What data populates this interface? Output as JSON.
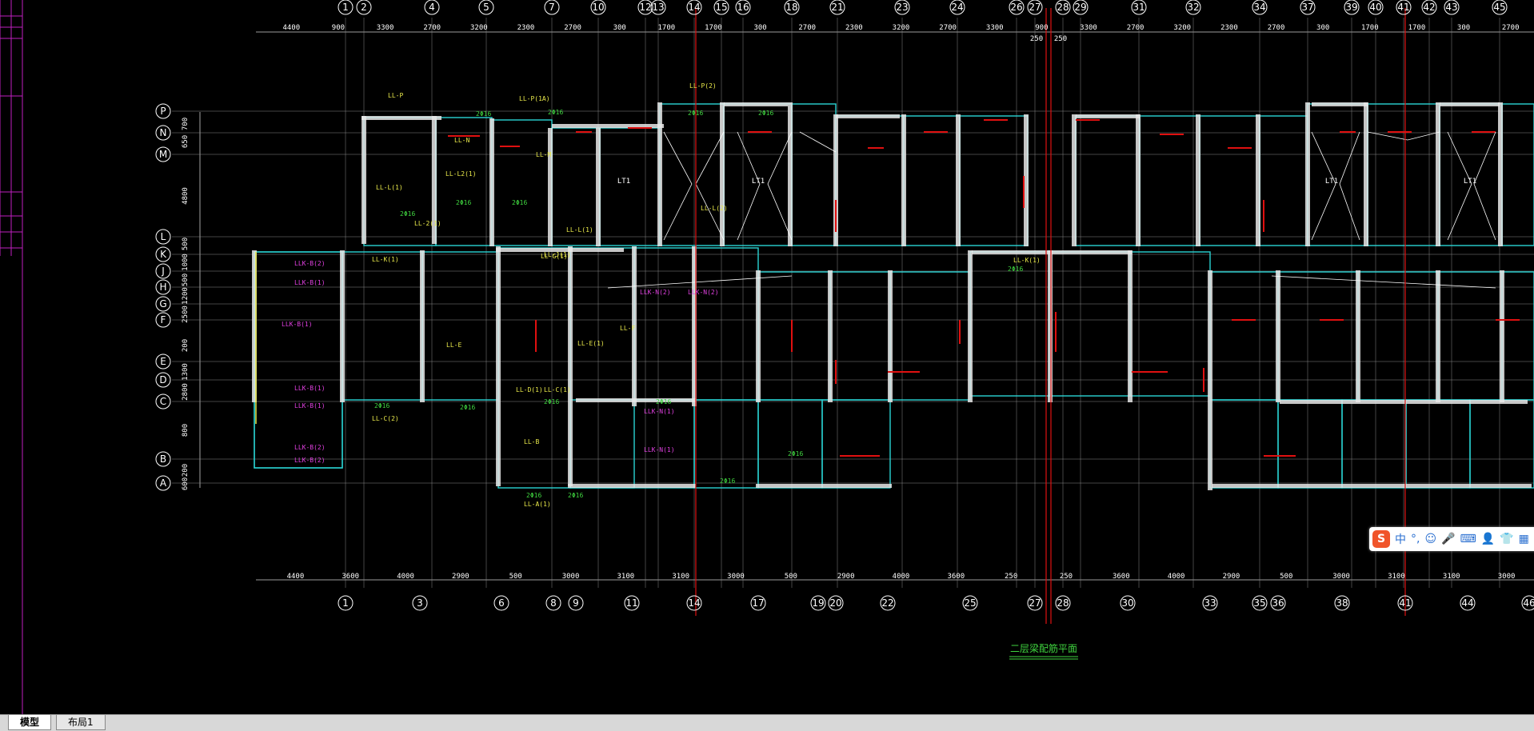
{
  "tabs": [
    {
      "label": "模型",
      "active": true
    },
    {
      "label": "布局1",
      "active": false
    }
  ],
  "drawing_title": "二层梁配筋平面",
  "top_axes": [
    "1",
    "2",
    "4",
    "5",
    "7",
    "10",
    "12",
    "13",
    "14",
    "15",
    "16",
    "18",
    "21",
    "23",
    "24",
    "26",
    "27",
    "28",
    "29",
    "31",
    "32",
    "34",
    "37",
    "39",
    "40",
    "41",
    "42",
    "43",
    "45"
  ],
  "bottom_axes": [
    "1",
    "3",
    "6",
    "8",
    "9",
    "11",
    "14",
    "17",
    "19",
    "20",
    "22",
    "25",
    "27",
    "28",
    "30",
    "33",
    "35",
    "36",
    "38",
    "41",
    "44",
    "46"
  ],
  "left_axes": [
    "P",
    "N",
    "M",
    "L",
    "K",
    "J",
    "H",
    "G",
    "F",
    "E",
    "D",
    "C",
    "B",
    "A"
  ],
  "top_dims": [
    "4400",
    "900",
    "3300",
    "2700",
    "3200",
    "2300",
    "2700",
    "300",
    "1700",
    "1700",
    "300",
    "2700",
    "2300",
    "3200",
    "2700",
    "3300",
    "900",
    "3300",
    "2700",
    "3200",
    "2300",
    "2700",
    "300",
    "1700",
    "1700",
    "300",
    "2700"
  ],
  "top_dims_sub": [
    "250",
    "250"
  ],
  "bottom_dims": [
    "4400",
    "3600",
    "4000",
    "2900",
    "500",
    "3000",
    "3100",
    "3100",
    "3000",
    "500",
    "2900",
    "4000",
    "3600",
    "250",
    "250",
    "3600",
    "4000",
    "2900",
    "500",
    "3000",
    "3100",
    "3100",
    "3000"
  ],
  "left_dims": [
    "700",
    "650",
    "4800",
    "500",
    "1000",
    "500",
    "1200",
    "2500",
    "200",
    "1300",
    "2800",
    "800",
    "200",
    "600"
  ],
  "beam_labels": {
    "magenta": [
      "LLK-B(2)",
      "LLK-B(1)",
      "LLK-B(1)",
      "LLK-B(1)",
      "LLK-B(1)",
      "LLK-B(2)",
      "LLK-B(2)",
      "LLK-N(1)",
      "LLK-N(1)",
      "LLK-N(2)",
      "LLK-N(2)"
    ],
    "yellow": [
      "LL-P",
      "LL-N",
      "LL-M",
      "LL-L(1)",
      "LL-L2(1)",
      "LL-2(1)",
      "LL-K(1)",
      "LL-E",
      "LL-C(2)",
      "LL-G(1)",
      "LL-F",
      "LL-E(1)",
      "LL-D(1)",
      "LL-C(1)",
      "LL-B",
      "LL-A(1)",
      "LL-L(1)",
      "LL-L(2)",
      "LL-P(1A)",
      "LL-P(2)",
      "LL-K(1)",
      "LL-J(1)"
    ],
    "green": [
      "2Φ16",
      "2Φ16",
      "2Φ16",
      "2Φ16",
      "2Φ16",
      "2Φ16",
      "2Φ16",
      "2Φ16",
      "2Φ16",
      "2Φ16",
      "2Φ16",
      "2Φ16",
      "2Φ16",
      "2Φ16",
      "2Φ16",
      "2Φ16"
    ],
    "lt": [
      "LT1",
      "LT1",
      "LT1",
      "LT1"
    ]
  },
  "ime": {
    "logo": "S",
    "items": [
      "中",
      "°,",
      "☺",
      "🎤",
      "⌨",
      "👤",
      "👕",
      "▦"
    ]
  },
  "colors": {
    "background": "#000000",
    "wall": "#2ad4d4",
    "hatch": "#e8e8e8",
    "axis_line": "#ffffff",
    "red_axis": "#e01010",
    "magenta_frame": "#c020c0",
    "title_underline": "#3fd43f"
  }
}
